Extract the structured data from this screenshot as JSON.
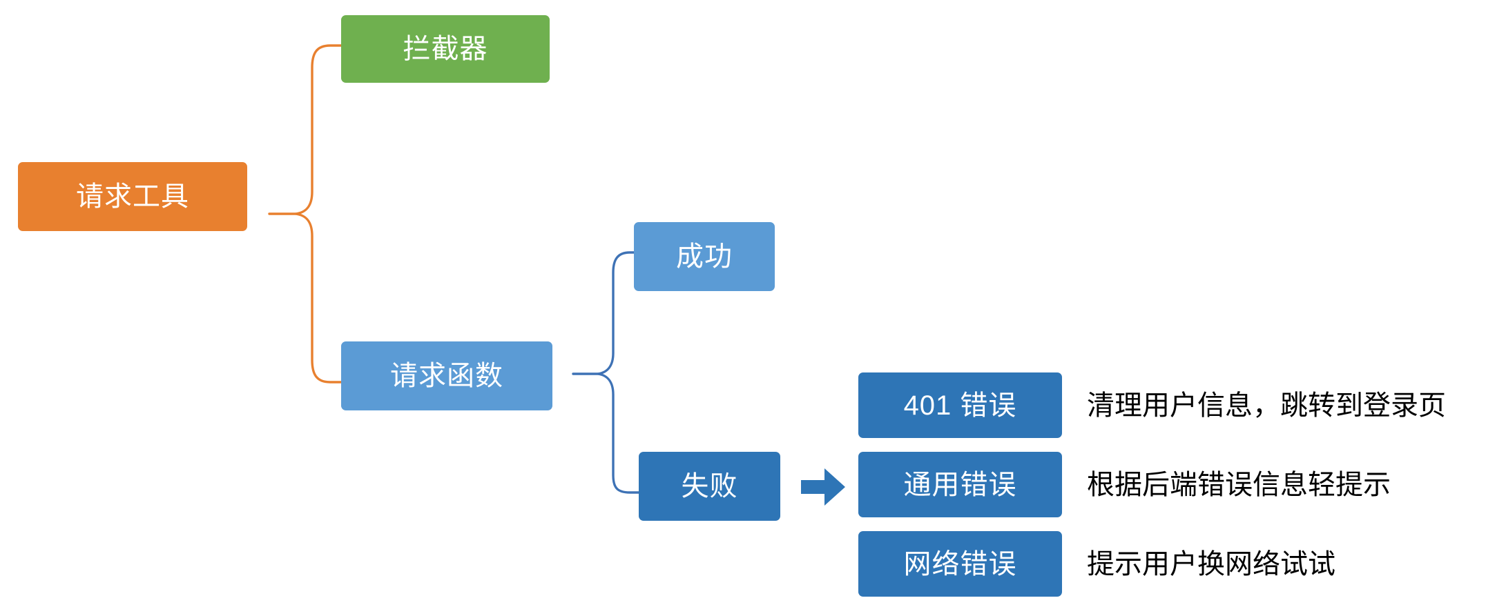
{
  "diagram": {
    "title_node": "请求工具",
    "nodes": {
      "root": "请求工具",
      "interceptor": "拦截器",
      "request_fn": "请求函数",
      "success": "成功",
      "failure": "失败",
      "err_401": "401 错误",
      "err_common": "通用错误",
      "err_network": "网络错误"
    },
    "notes": {
      "err_401_note": "清理用户信息，跳转到登录页",
      "err_common_note": "根据后端错误信息轻提示",
      "err_network_note": "提示用户换网络试试"
    },
    "icons": {
      "flow_arrow": "right-block-arrow",
      "brace_orange": "curly-brace-orange",
      "brace_blue": "curly-brace-blue"
    },
    "colors": {
      "orange": "#E8802F",
      "green": "#6FB04F",
      "light_blue": "#5B9BD5",
      "dark_blue": "#2E75B6",
      "note_text": "#000000",
      "background": "#FFFFFF"
    }
  }
}
